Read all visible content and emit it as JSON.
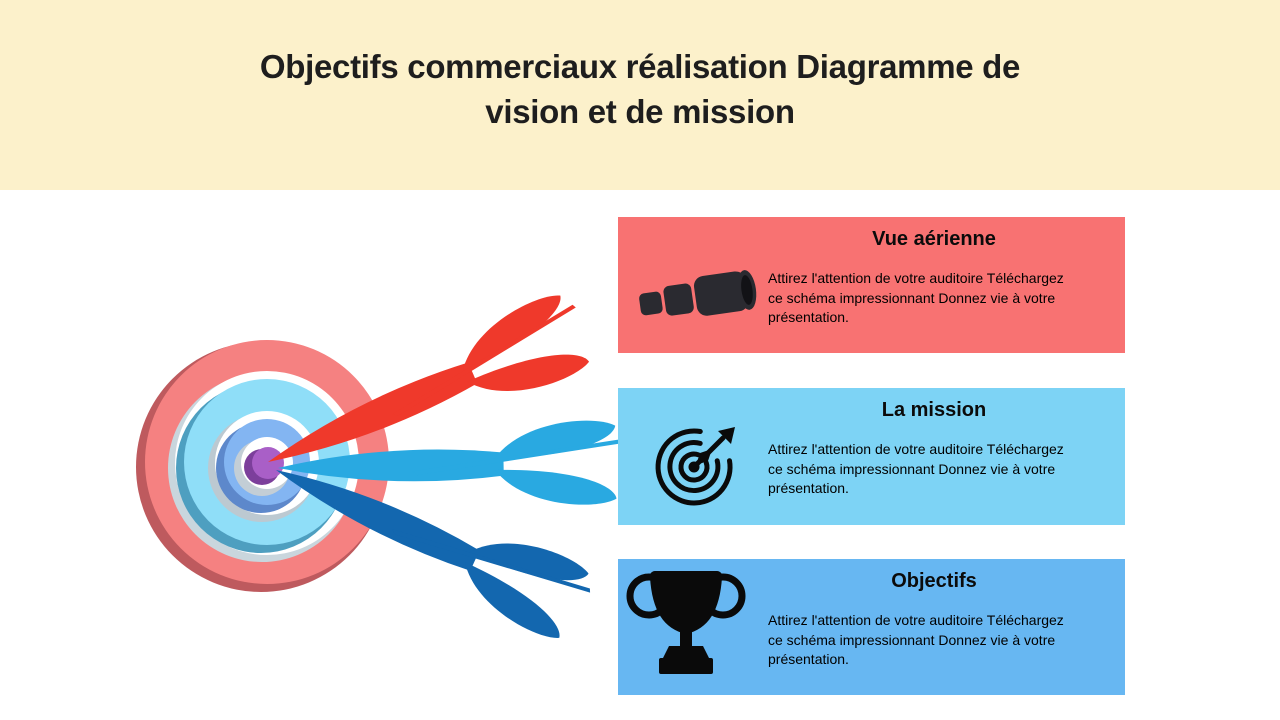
{
  "banner": {
    "title_line1": "Objectifs commerciaux réalisation Diagramme de",
    "title_line2": "vision et de mission",
    "background_color": "#FCF1CB",
    "text_color": "#1E1E1E"
  },
  "cards": [
    {
      "title": "Vue aérienne",
      "icon": "telescope-icon",
      "background_color": "#F87272",
      "body_lines": [
        "Attirez l'attention de votre auditoire Téléchargez",
        "ce schéma impressionnant Donnez vie à votre",
        "présentation."
      ]
    },
    {
      "title": "La mission",
      "icon": "target-arrow-icon",
      "background_color": "#7DD3F5",
      "body_lines": [
        "Attirez l'attention de votre auditoire Téléchargez",
        "ce schéma impressionnant Donnez vie à votre",
        "présentation."
      ]
    },
    {
      "title": "Objectifs",
      "icon": "trophy-icon",
      "background_color": "#67B7F2",
      "body_lines": [
        "Attirez l'attention de votre auditoire Téléchargez",
        "ce schéma impressionnant Donnez vie à votre",
        "présentation."
      ]
    }
  ],
  "illustration": {
    "name": "dartboard-with-three-darts",
    "colors": {
      "board_rim": "#BE5A5E",
      "board_outer_ring": "#F58181",
      "board_cyan_ring": "#8FDEF8",
      "board_periwinkle_ring": "#83B5F2",
      "board_center": "#A95FC7",
      "dart_red": "#EF392B",
      "dart_cyan": "#29A9E1",
      "dart_dark_blue": "#1367AF"
    }
  }
}
